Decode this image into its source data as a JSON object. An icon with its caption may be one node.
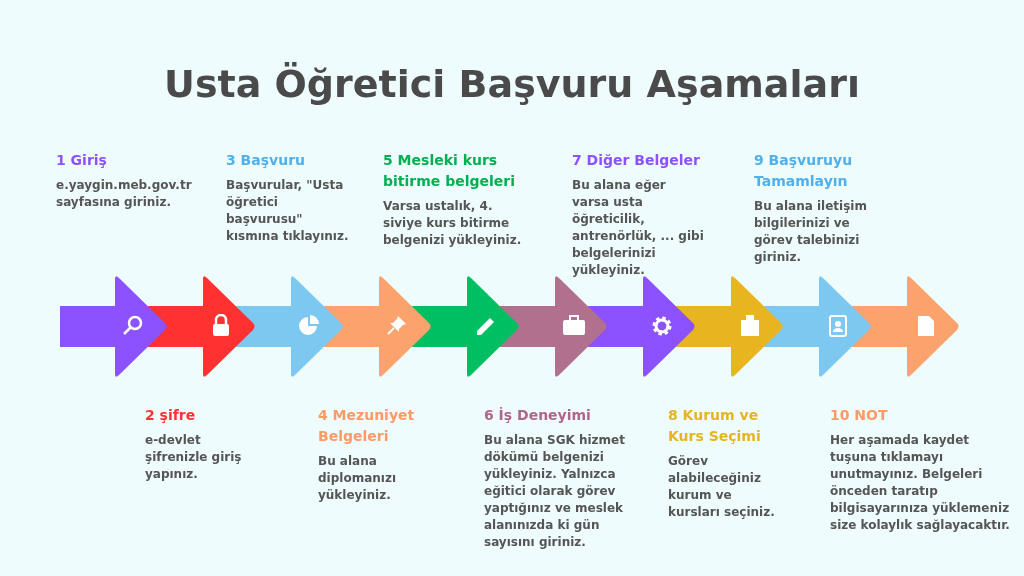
{
  "diagram": {
    "title": "Usta Öğretici Başvuru Aşamaları",
    "nodes": [
      {
        "text": [],
        "shape": "arrow",
        "beside": [
          "1 Giriş",
          "e.yaygin.meb.gov.tr sayfasına giriniz."
        ]
      },
      {
        "text": [],
        "shape": "arrow",
        "beside": [
          "2 şifre",
          "e-devlet şifrenizle giriş yapınız."
        ]
      },
      {
        "text": [],
        "shape": "arrow",
        "beside": [
          "3 Başvuru",
          "Başvurular, \"Usta öğretici başvurusu\" kısmına tıklayınız."
        ]
      },
      {
        "text": [],
        "shape": "arrow",
        "beside": [
          "4 Mezuniyet Belgeleri",
          "Bu alana diplomanızı yükleyiniz."
        ]
      },
      {
        "text": [],
        "shape": "arrow",
        "beside": [
          "5 Mesleki kurs bitirme belgeleri",
          "Varsa ustalık, 4. siviye kurs bitirme belgenizi yükleyiniz."
        ]
      },
      {
        "text": [],
        "shape": "arrow",
        "beside": [
          "6 İş Deneyimi",
          "Bu alana SGK hizmet dökümü belgenizi yükleyiniz. Yalnızca eğitici olarak görev yaptığınız ve meslek alanınızda ki gün sayısını giriniz."
        ]
      },
      {
        "text": [],
        "shape": "arrow",
        "beside": [
          "7 Diğer Belgeler",
          "Bu alana eğer varsa usta öğreticilik, antrenörlük, ... gibi belgelerinizi yükleyiniz."
        ]
      },
      {
        "text": [],
        "shape": "arrow",
        "beside": [
          "8 Kurum ve Kurs Seçimi",
          "Görev alabileceğiniz kurum ve kursları seçiniz."
        ]
      },
      {
        "text": [],
        "shape": "arrow",
        "beside": [
          "9 Başvuruyu Tamamlayın",
          "Bu alana iletişim bilgilerinizi ve görev talebinizi giriniz."
        ]
      },
      {
        "text": [],
        "shape": "arrow",
        "beside": [
          "10 NOT",
          "Her aşamada kaydet tuşuna tıklamayı unutmayınız. Belgeleri önceden taratıp bilgisayarınıza yüklemeniz size kolaylık sağlayacaktır."
        ]
      }
    ]
  }
}
